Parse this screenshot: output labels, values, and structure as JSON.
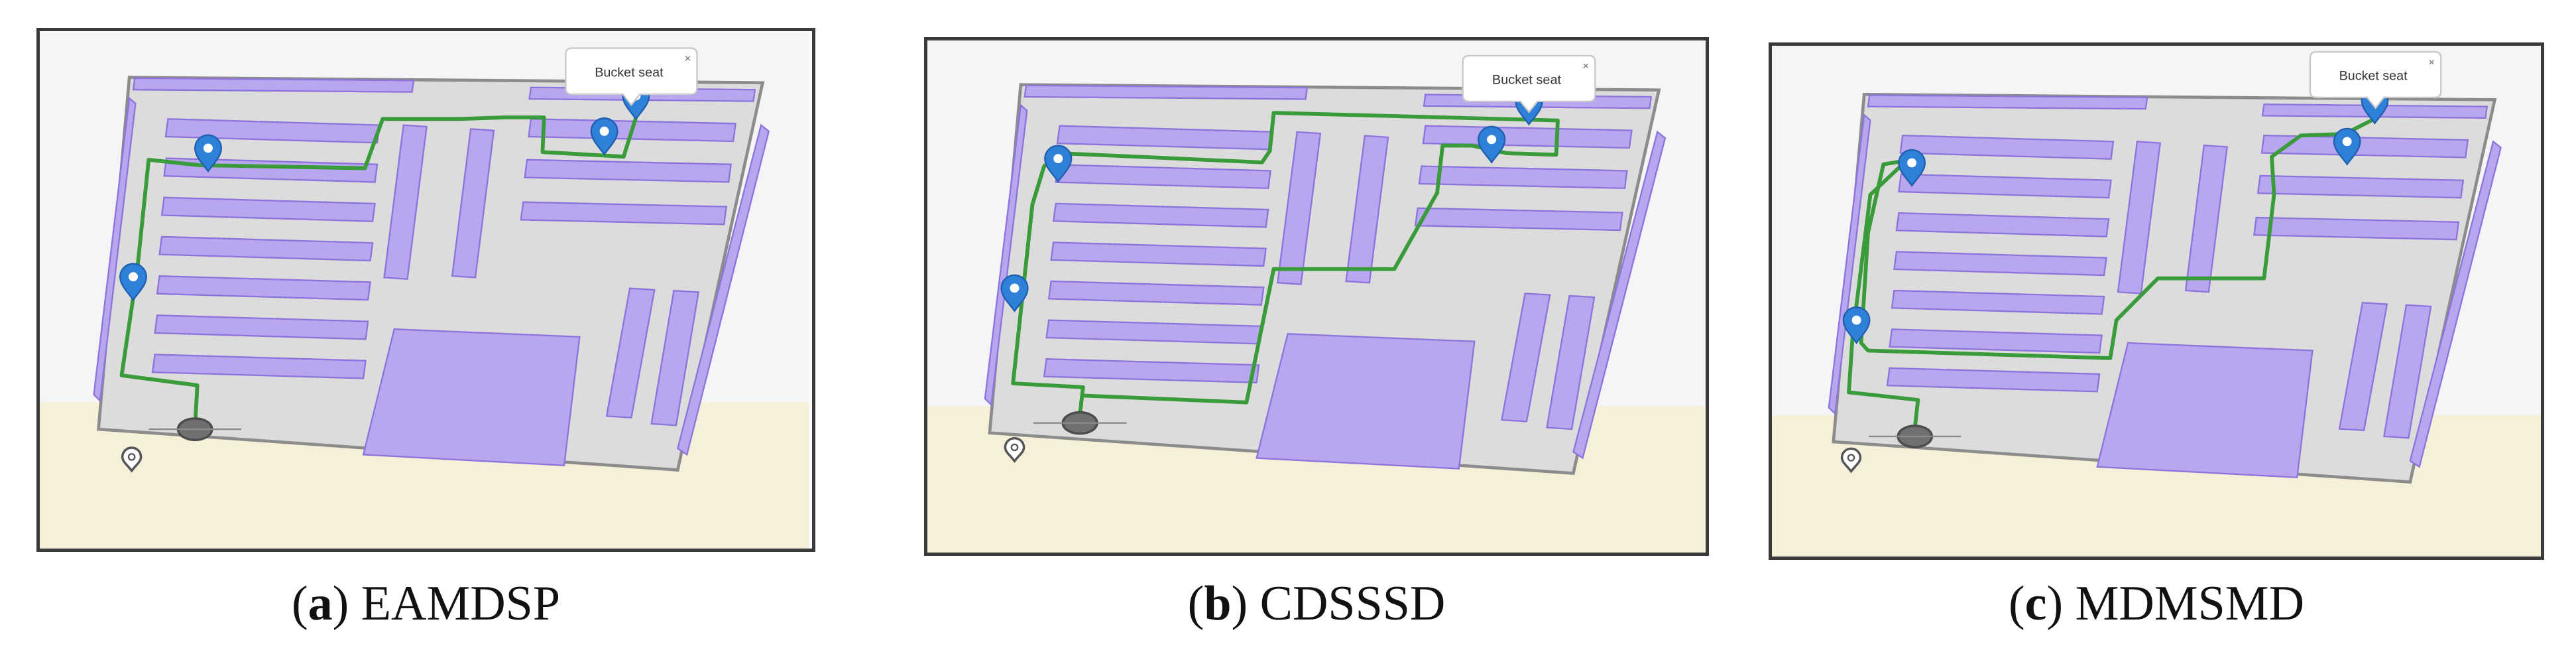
{
  "colors": {
    "panel_background": "#f5f5f7",
    "floor": "#dcdcdc",
    "floor_edge": "#8c8c8c",
    "shelf_fill": "#b8a6ee",
    "shelf_stroke": "#8d74dd",
    "route": "#3a9b3a",
    "pin": "#2f80d8",
    "ground": "#f6f0d8"
  },
  "icons": [
    "map-pin-icon",
    "location-marker-icon",
    "close-icon"
  ],
  "tooltip": {
    "label": "Bucket seat",
    "close_glyph": "×"
  },
  "panels": [
    {
      "letter": "a",
      "method": "EAMDSP"
    },
    {
      "letter": "b",
      "method": "CDSSSD"
    },
    {
      "letter": "c",
      "method": "MDMSMD"
    }
  ]
}
